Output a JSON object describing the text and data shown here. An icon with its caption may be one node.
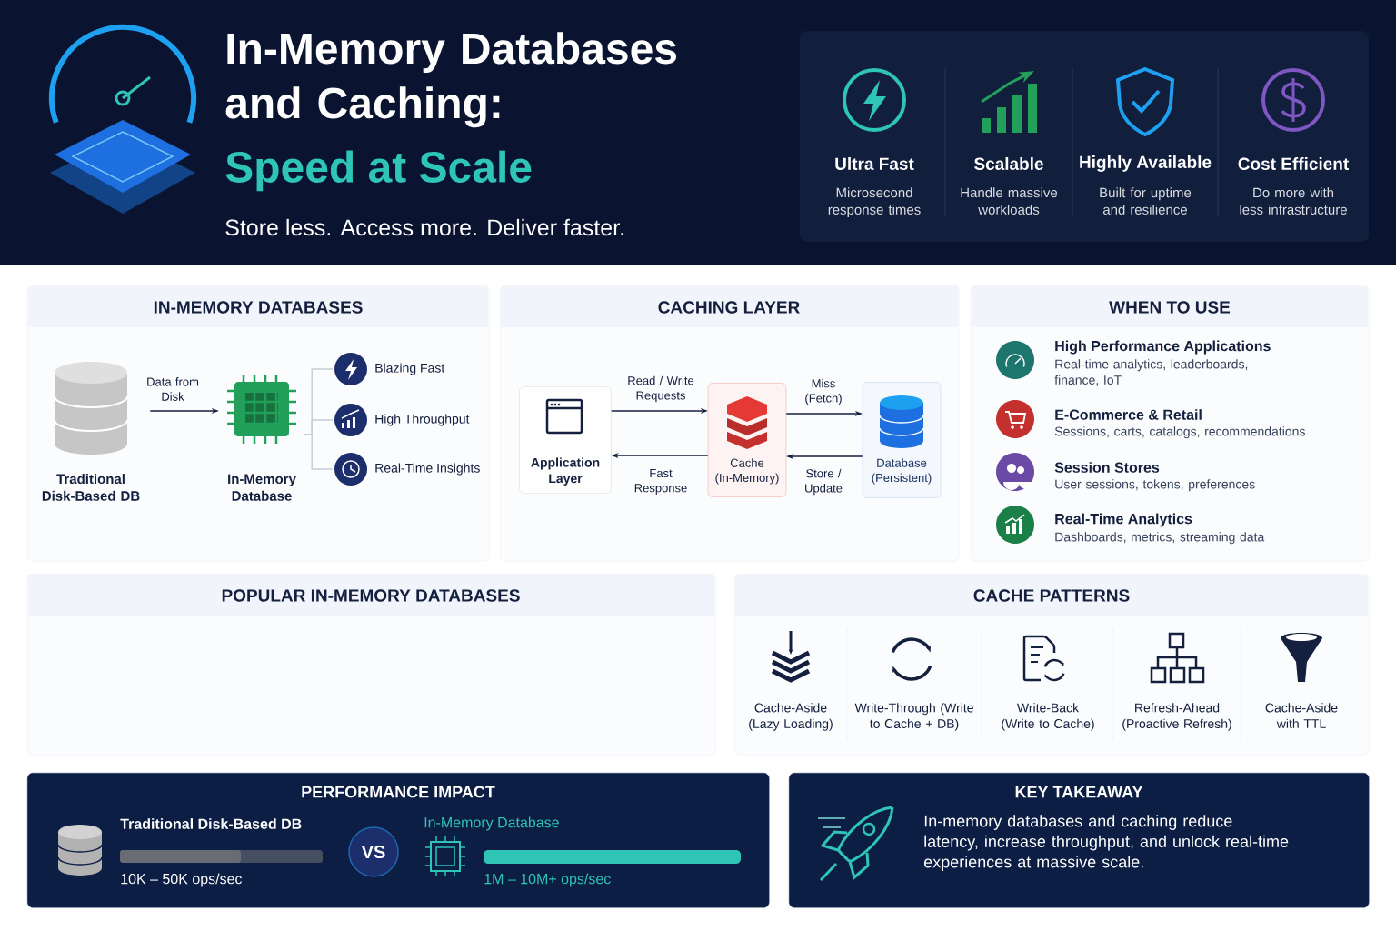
{
  "diagram": {
    "title": "In-Memory Databases and Caching:",
    "nodes": [
      {
        "text": [
          "IN-MEMORY DATABASES"
        ]
      },
      {
        "text": [
          "Traditional Disk-Based DB"
        ],
        "in": 0
      },
      {
        "text": [
          "In-Memory Database"
        ],
        "in": 0
      },
      {
        "text": [
          "Blazing Fast"
        ],
        "in": 0
      },
      {
        "text": [
          "High Throughput"
        ],
        "in": 0
      },
      {
        "text": [
          "Real-Time Insights"
        ],
        "in": 0
      },
      {
        "text": [
          "CACHING LAYER"
        ]
      },
      {
        "text": [
          "Application Layer"
        ],
        "in": 6
      },
      {
        "text": [
          "Cache (In-Memory)"
        ],
        "in": 6
      },
      {
        "text": [
          "Database (Persistent)"
        ],
        "in": 6
      },
      {
        "text": [
          "WHEN TO USE"
        ]
      },
      {
        "text": [
          "POPULAR IN-MEMORY DATABASES"
        ]
      },
      {
        "text": [
          "CACHE PATTERNS"
        ]
      },
      {
        "text": [
          "PERFORMANCE IMPACT"
        ]
      },
      {
        "text": [
          "KEY TAKEAWAY",
          "In-memory databases and caching reduce latency, increase throughput, and unlock real-time experiences at massive scale."
        ]
      }
    ],
    "edges": [
      {
        "from": 1,
        "to": 2,
        "arrow": "to",
        "label": "Data from Disk"
      },
      {
        "from": 7,
        "to": 8,
        "arrow": "to",
        "label": "Read / Write Requests"
      },
      {
        "from": 8,
        "to": 7,
        "arrow": "to",
        "label": "Fast Response"
      },
      {
        "from": 8,
        "to": 9,
        "arrow": "to",
        "label": "Miss (Fetch)"
      },
      {
        "from": 9,
        "to": 8,
        "arrow": "to",
        "label": "Store / Update"
      },
      {
        "from": 2,
        "to": 3,
        "arrow": "none",
        "color": "#c5ccd8"
      },
      {
        "from": 2,
        "to": 4,
        "arrow": "none",
        "color": "#c5ccd8"
      },
      {
        "from": 2,
        "to": 5,
        "arrow": "none",
        "color": "#c5ccd8"
      }
    ],
    "labels": [
      "Speed at Scale",
      "Store less. Access more. Deliver faster.",
      "Ultra Fast",
      "Microsecond response times",
      "Scalable",
      "Handle massive workloads",
      "Highly Available",
      "Built for uptime and resilience",
      "Cost Efficient",
      "Do more with less infrastructure",
      "High Performance Applications",
      "Real-time analytics, leaderboards, finance, IoT",
      "E-Commerce & Retail",
      "Sessions, carts, catalogs, recommendations",
      "Session Stores",
      "User sessions, tokens, preferences",
      "Real-Time Analytics",
      "Dashboards, metrics, streaming data",
      "Cache-Aside (Lazy Loading)",
      "Write-Through (Write to Cache + DB)",
      "Write-Back (Write to Cache)",
      "Refresh-Ahead (Proactive Refresh)",
      "Cache-Aside with TTL",
      "Traditional Disk-Based DB",
      "10K – 50K ops/sec",
      "VS",
      "In-Memory Database",
      "1M – 10M+ ops/sec"
    ]
  }
}
